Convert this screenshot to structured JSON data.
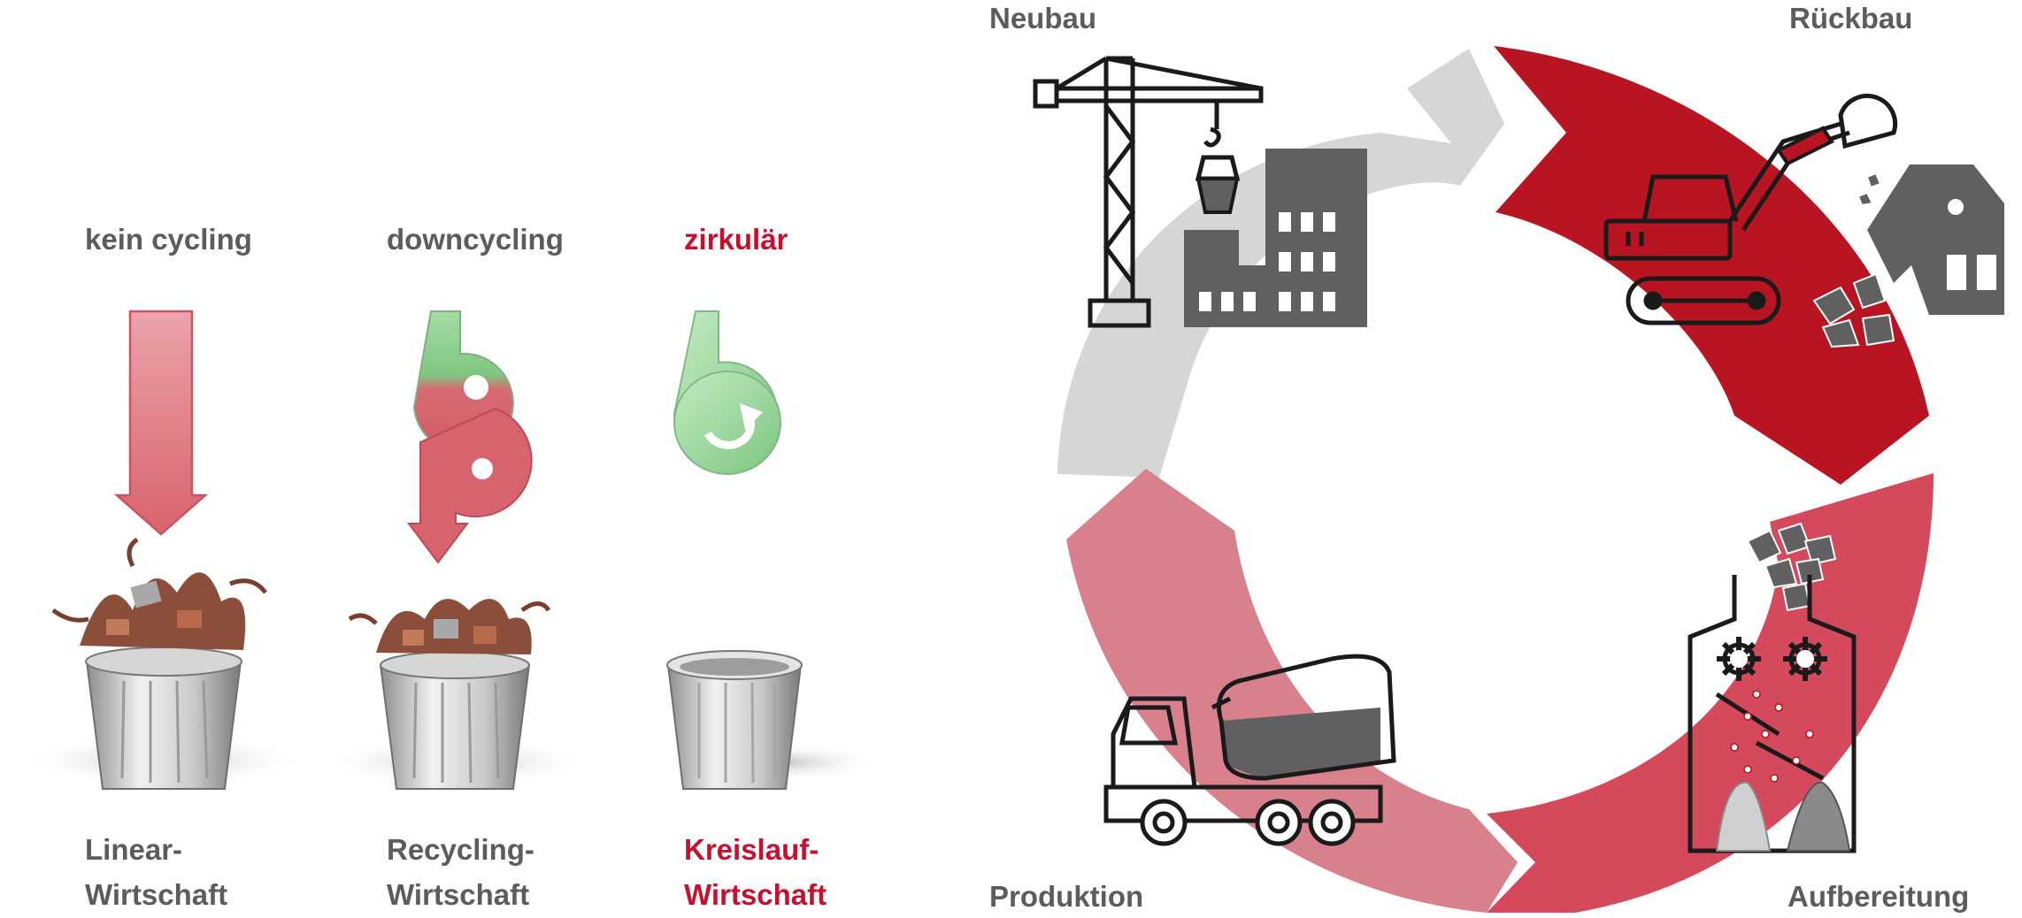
{
  "colors": {
    "gray_text": "#5c5c5c",
    "red_text": "#c8102e",
    "arrow_gray": "#d6d6d6",
    "arrow_red": "#b81422",
    "arrow_red_mid": "#d44a5c",
    "arrow_pink": "#d8808c",
    "icon_dark": "#606060",
    "linear_arrow": "#e07f86",
    "green": "#8fcf90"
  },
  "left": {
    "columns": [
      {
        "header": "kein cycling",
        "footer_line1": "Linear-",
        "footer_line2": "Wirtschaft",
        "accent": "gray",
        "icon": "straight-down-arrow-icon",
        "bin": "full-trash-can-icon"
      },
      {
        "header": "downcycling",
        "footer_line1": "Recycling-",
        "footer_line2": "Wirtschaft",
        "accent": "gray",
        "icon": "green-to-red-loop-arrow-icon",
        "bin": "full-trash-can-icon"
      },
      {
        "header": "zirkulär",
        "footer_line1": "Kreislauf-",
        "footer_line2": "Wirtschaft",
        "accent": "red",
        "icon": "green-circular-arrow-icon",
        "bin": "empty-trash-can-icon"
      }
    ]
  },
  "cycle": {
    "stages": [
      {
        "label": "Neubau",
        "icon": "crane-and-building-icon"
      },
      {
        "label": "Rückbau",
        "icon": "excavator-demolition-icon"
      },
      {
        "label": "Aufbereitung",
        "icon": "crusher-plant-icon"
      },
      {
        "label": "Produktion",
        "icon": "concrete-mixer-truck-icon"
      }
    ]
  }
}
